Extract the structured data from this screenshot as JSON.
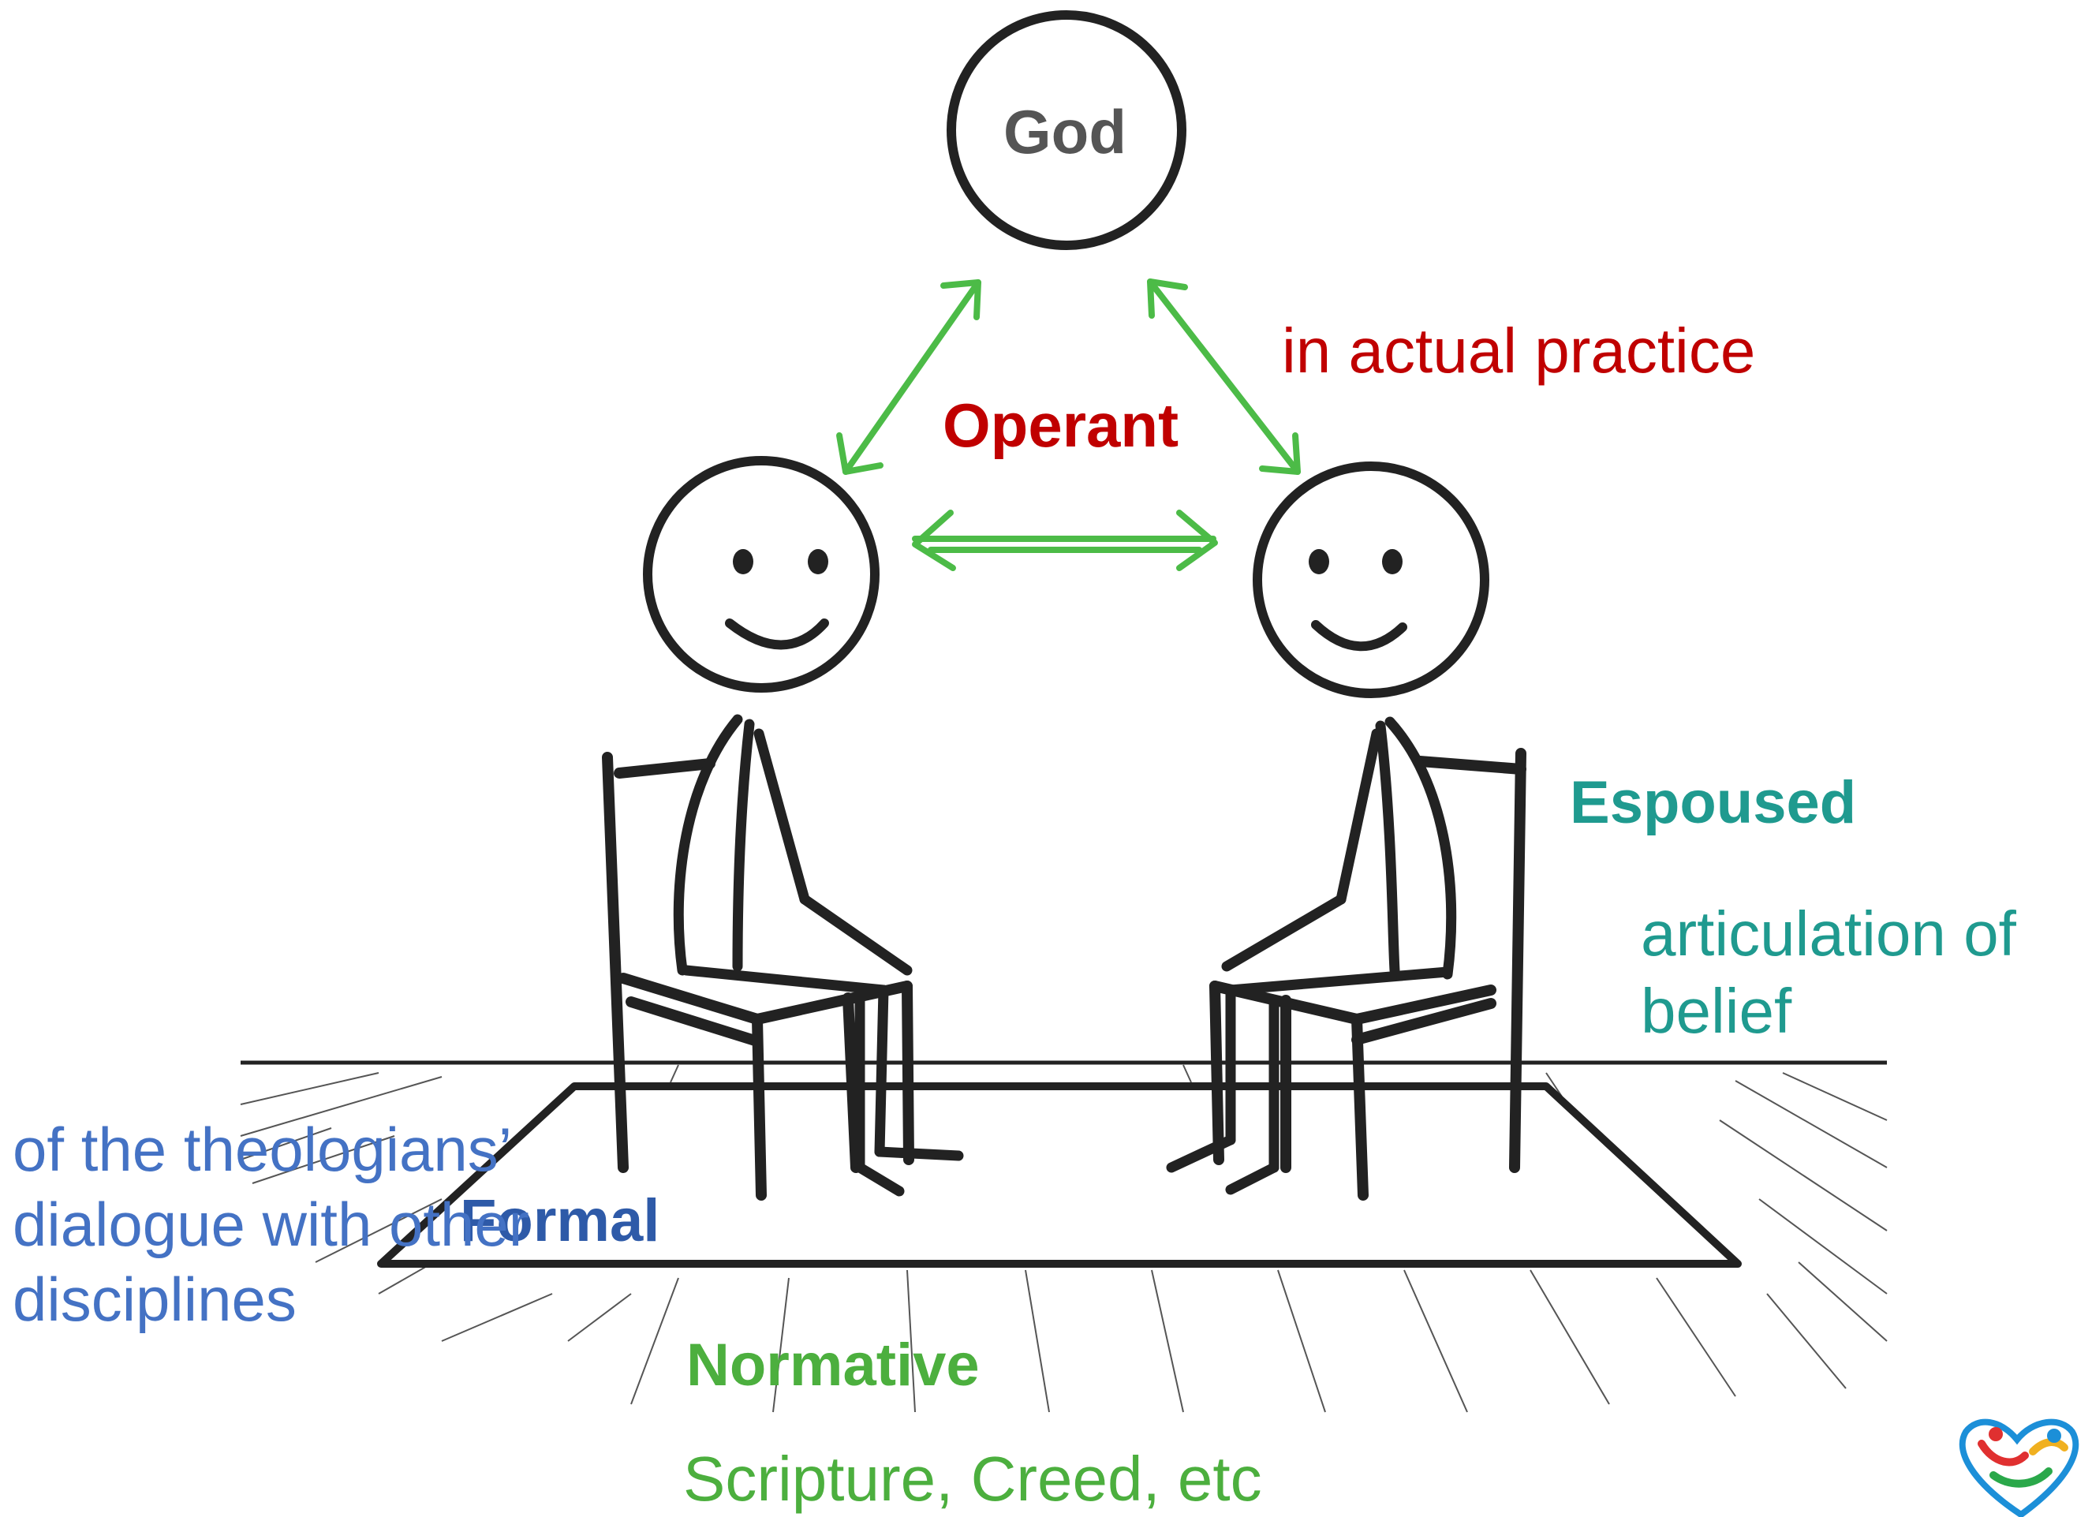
{
  "labels": {
    "god": "God",
    "operant": "Operant",
    "operant_desc": "in actual practice",
    "espoused": "Espoused",
    "espoused_desc": "articulation of belief",
    "formal": "Formal",
    "formal_desc": "of the theologians’ dialogue with other disciplines",
    "normative": "Normative",
    "normative_desc": "Scripture, Creed, etc"
  },
  "colors": {
    "operant": "#c00000",
    "espoused": "#1f9a8f",
    "formal": "#2e5aa8",
    "formal_desc": "#4472c4",
    "normative": "#4caf3e",
    "arrows": "#4cbb47",
    "god_text": "#555555",
    "ink": "#222222"
  },
  "icons": [
    "stick-figure-left",
    "stick-figure-right",
    "chair-left",
    "chair-right",
    "double-arrow",
    "heart-logo-icon"
  ]
}
